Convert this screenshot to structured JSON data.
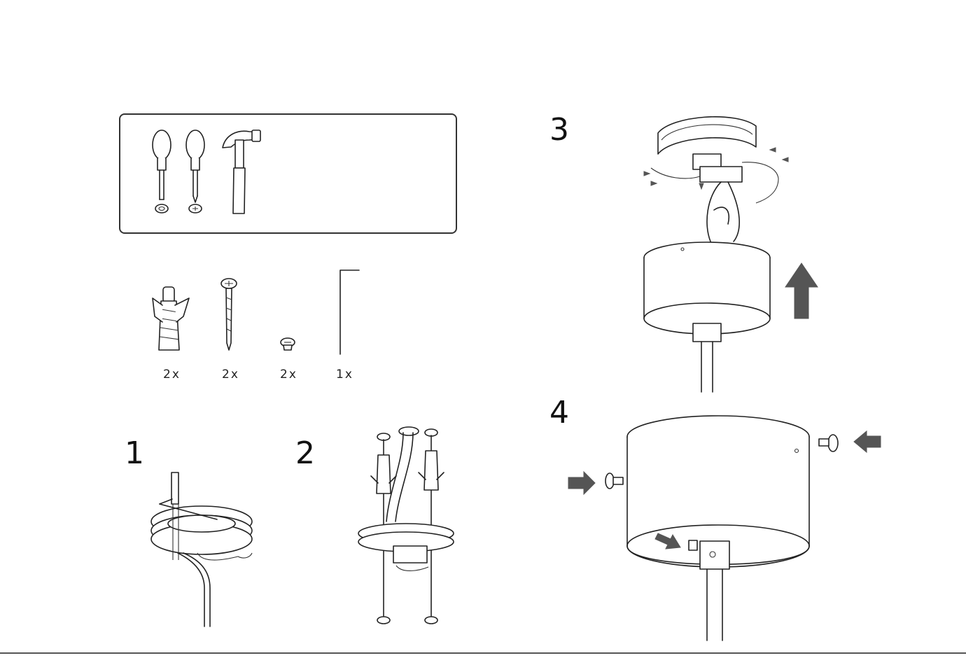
{
  "parts": [
    {
      "name": "wall-plug",
      "qty": "2x"
    },
    {
      "name": "screw",
      "qty": "2x"
    },
    {
      "name": "small-screw",
      "qty": "2x"
    },
    {
      "name": "allen-key",
      "qty": "1x"
    }
  ],
  "steps": [
    {
      "number": "1"
    },
    {
      "number": "2"
    },
    {
      "number": "3"
    },
    {
      "number": "4"
    }
  ],
  "tools": [
    "flathead-screwdriver",
    "phillips-screwdriver",
    "hammer"
  ]
}
